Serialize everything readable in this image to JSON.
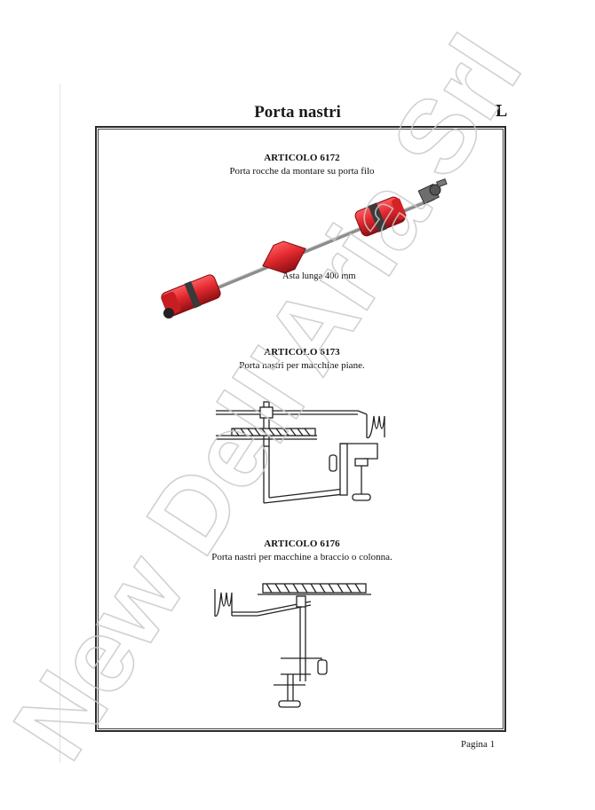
{
  "header": {
    "title": "Porta nastri",
    "section_letter": "L"
  },
  "articles": [
    {
      "code": "ARTICOLO 6172",
      "description": "Porta rocche da montare su  porta filo",
      "note": "Asta lunga 400 mm"
    },
    {
      "code": "ARTICOLO 6173",
      "description": "Porta nastri per macchine piane."
    },
    {
      "code": "ARTICOLO 6176",
      "description": "Porta nastri per macchine a braccio o colonna."
    }
  ],
  "footer": {
    "page_label": "Pagina  1"
  },
  "watermark": {
    "text": "New Dell'Aria Srl"
  },
  "colors": {
    "spool_red": "#e0282e",
    "rod_gray": "#9a9a9a",
    "ink": "#222222"
  }
}
